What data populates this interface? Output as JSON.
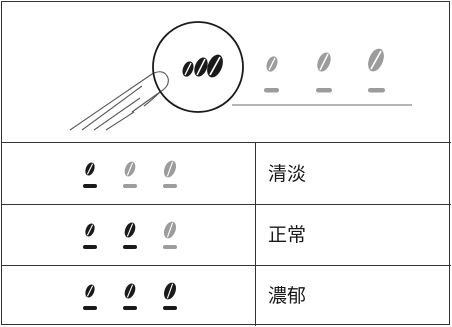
{
  "settings": [
    {
      "label": "清淡",
      "level": 1,
      "max_level": 3
    },
    {
      "label": "正常",
      "level": 2,
      "max_level": 3
    },
    {
      "label": "濃郁",
      "level": 3,
      "max_level": 3
    }
  ],
  "illustration": {
    "button_icon": "coffee-bean-icon",
    "indicator_icon": "coffee-bean-icon",
    "indicator_count": 3
  },
  "colors": {
    "active": "#1a1a1a",
    "inactive": "#9c9c9c",
    "line": "#333333"
  }
}
